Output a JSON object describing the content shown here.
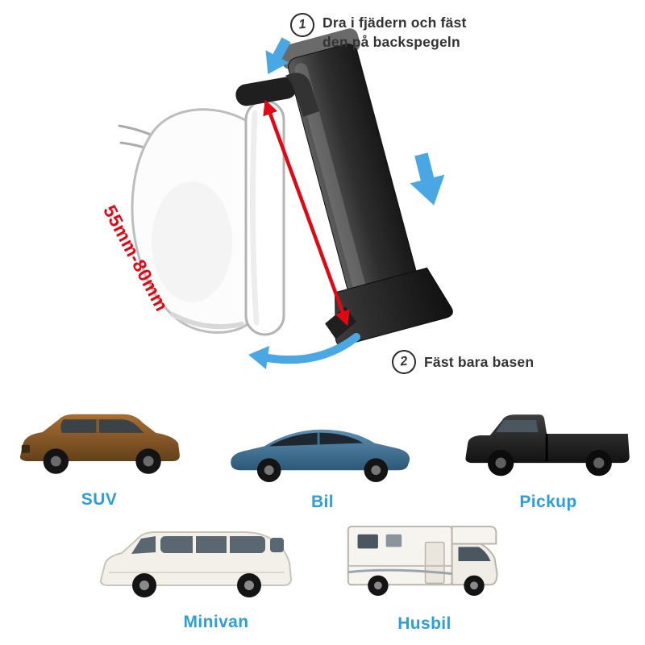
{
  "colors": {
    "background": "#ffffff",
    "label-blue": "#2b9fd9",
    "arrow-blue": "#49a8e4",
    "measure-red": "#e30613",
    "text-dark": "#333333"
  },
  "instructions": {
    "step1": {
      "number": "1",
      "line1": "Dra i fjädern och fäst",
      "line2": "den på backspegeln"
    },
    "step2": {
      "number": "2",
      "text": "Fäst bara basen"
    },
    "measurement": "55mm-80mm"
  },
  "vehicles": [
    {
      "id": "suv",
      "label": "SUV"
    },
    {
      "id": "bil",
      "label": "Bil"
    },
    {
      "id": "pickup",
      "label": "Pickup"
    },
    {
      "id": "minivan",
      "label": "Minivan"
    },
    {
      "id": "husbil",
      "label": "Husbil"
    }
  ]
}
